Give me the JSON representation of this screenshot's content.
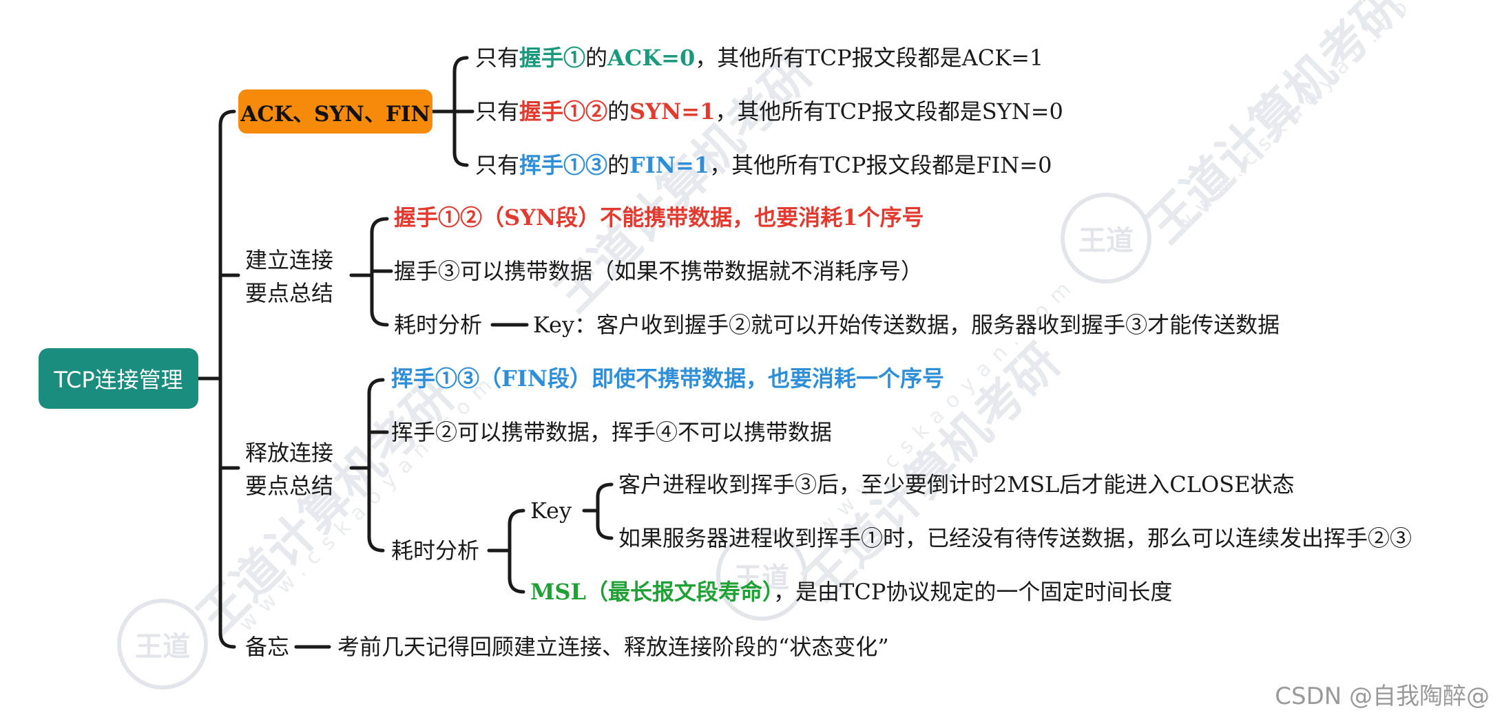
{
  "root": "TCP连接管理",
  "flags": {
    "title": "ACK、SYN、FIN",
    "items": [
      {
        "pre": "只有",
        "hl": "握手①",
        "mid": "的",
        "hl2": "ACK=0",
        "post": "，其他所有TCP报文段都是ACK=1"
      },
      {
        "pre": "只有",
        "hl": "握手①②",
        "mid": "的",
        "hl2": "SYN=1",
        "post": "，其他所有TCP报文段都是SYN=0"
      },
      {
        "pre": "只有",
        "hl": "挥手①③",
        "mid": "的",
        "hl2": "FIN=1",
        "post": "，其他所有TCP报文段都是FIN=0"
      }
    ]
  },
  "establish": {
    "title_line1": "建立连接",
    "title_line2": "要点总结",
    "item1": "握手①②（SYN段）不能携带数据，也要消耗1个序号",
    "item2": "握手③可以携带数据（如果不携带数据就不消耗序号）",
    "item3_label": "耗时分析",
    "item3_key": "Key：客户收到握手②就可以开始传送数据，服务器收到握手③才能传送数据"
  },
  "release": {
    "title_line1": "释放连接",
    "title_line2": "要点总结",
    "item1": "挥手①③（FIN段）即使不携带数据，也要消耗一个序号",
    "item2": "挥手②可以携带数据，挥手④不可以携带数据",
    "item3_label": "耗时分析",
    "key_label": "Key",
    "key1": "客户进程收到挥手③后，至少要倒计时2MSL后才能进入CLOSE状态",
    "key2": "如果服务器进程收到挥手①时，已经没有待传送数据，那么可以连续发出挥手②③",
    "msl_hl": "MSL（最长报文段寿命）",
    "msl_rest": "，是由TCP协议规定的一个固定时间长度"
  },
  "memo": {
    "label": "备忘",
    "text": "考前几天记得回顾建立连接、释放连接阶段的“状态变化”"
  },
  "watermark": {
    "brand": "王道计算机考研",
    "url": "www.cskaoyan.com",
    "stamp": "王道"
  },
  "footer": "CSDN @自我陶醉@",
  "colors": {
    "root_bg": "#1b8d7f",
    "orange": "#f58a0b",
    "red": "#e33a2f",
    "green": "#1a9a7c",
    "blue": "#2e8fd8",
    "lime": "#1fa135"
  }
}
